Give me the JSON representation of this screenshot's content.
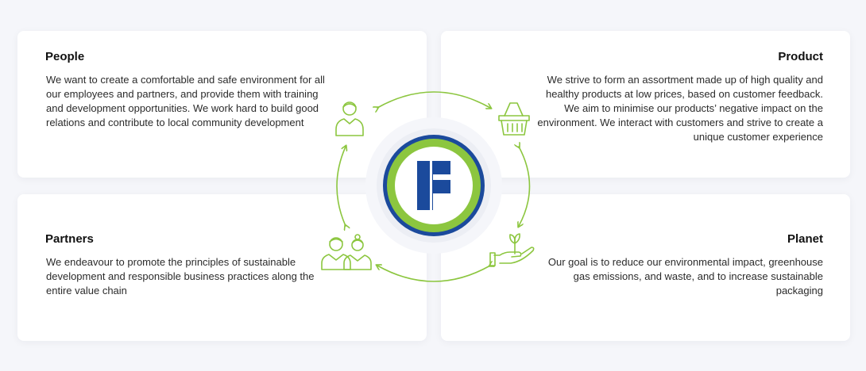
{
  "people": {
    "title": "People",
    "text": "We want to create a comfortable and safe environment for all our employees and partners, and provide them with training and development opportunities. We work hard to build good relations and contribute to local community development"
  },
  "product": {
    "title": "Product",
    "text": "We strive to form an assortment made up of high quality and healthy products at low prices, based on customer feedback. We aim to minimise our products’ negative impact on the environment. We interact with customers and strive to create a unique customer experience"
  },
  "partners": {
    "title": "Partners",
    "text": "We endeavour to promote the principles of sustainable development and responsible business practices along the entire value chain"
  },
  "planet": {
    "title": "Planet",
    "text": "Our goal is to reduce our environmental impact, greenhouse gas emissions, and waste, and to increase sustainable packaging"
  },
  "colors": {
    "accent_green": "#8cc63f",
    "logo_blue": "#1b4a9c",
    "background": "#f5f6fa",
    "card": "#ffffff"
  },
  "icons": [
    "person-icon",
    "shopping-basket-icon",
    "partners-icon",
    "plant-in-hand-icon",
    "company-logo"
  ]
}
